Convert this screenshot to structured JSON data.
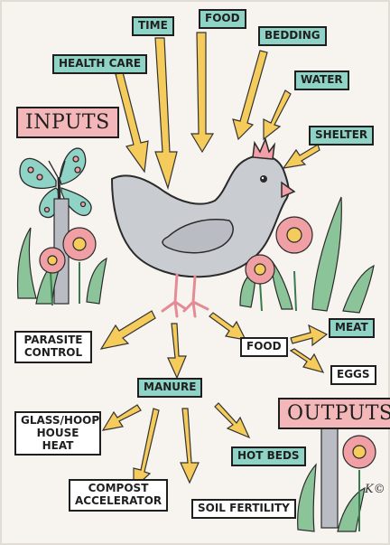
{
  "labels": {
    "time": "Time",
    "food_in": "Food",
    "bedding": "Bedding",
    "health_care": "Health Care",
    "water": "Water",
    "shelter": "Shelter",
    "inputs": "Inputs",
    "outputs": "Outputs",
    "parasite_control": "Parasite Control",
    "food_out": "Food",
    "meat": "Meat",
    "eggs": "Eggs",
    "manure": "Manure",
    "glass_hoop": "Glass/Hoop House Heat",
    "hot_beds": "Hot Beds",
    "compost": "Compost Accelerator",
    "soil": "Soil Fertility"
  },
  "signature": "K©",
  "colors": {
    "label_teal": "#8fd3c6",
    "title_pink": "#f3b7b9",
    "arrow_yellow": "#f5cb5c",
    "chicken_gray": "#c9ccd1",
    "comb_pink": "#f29fa8",
    "flower_pink": "#f0a0a4",
    "leaf_green": "#8cc49a",
    "butterfly_teal": "#8fd3c6"
  }
}
